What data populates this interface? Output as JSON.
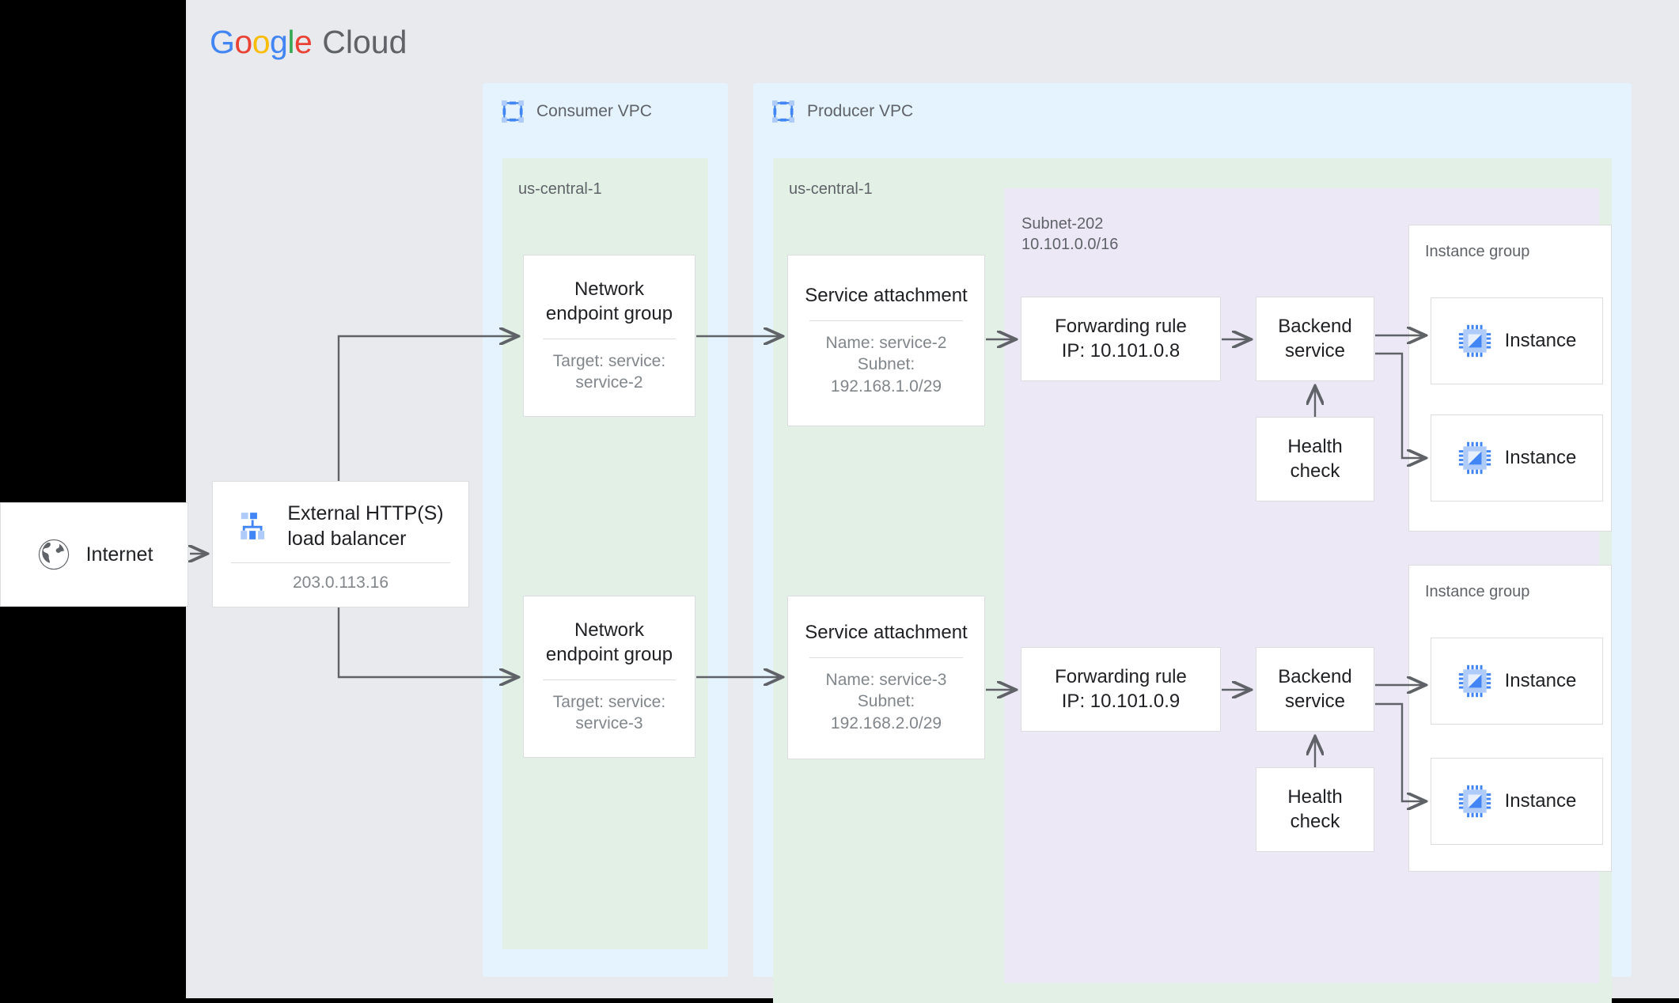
{
  "brand": {
    "google_letters": [
      "G",
      "o",
      "o",
      "g",
      "l",
      "e"
    ],
    "cloud_word": "Cloud",
    "colors": {
      "blue": "#4285f4",
      "red": "#ea4335",
      "yellow": "#fbbc04",
      "green": "#34a853",
      "canvas_bg": "#e8eaed",
      "vpc_bg": "#e4f3fd",
      "region_bg": "#e3f0e6",
      "subnet_bg": "#ece8f6",
      "connector": "#5f6368",
      "node_border": "#dadce0"
    }
  },
  "internet": {
    "label": "Internet",
    "icon": "globe-icon"
  },
  "load_balancer": {
    "icon": "load-balancer-icon",
    "title": "External HTTP(S)\nload balancer",
    "title_line1": "External HTTP(S)",
    "title_line2": "load balancer",
    "ip": "203.0.113.16"
  },
  "consumer_vpc": {
    "icon": "vpc-icon",
    "title": "Consumer VPC",
    "region": "us-central-1",
    "negs": [
      {
        "title_line1": "Network",
        "title_line2": "endpoint group",
        "sub_line1": "Target: service:",
        "sub_line2": "service-2"
      },
      {
        "title_line1": "Network",
        "title_line2": "endpoint group",
        "sub_line1": "Target: service:",
        "sub_line2": "service-3"
      }
    ]
  },
  "producer_vpc": {
    "icon": "vpc-icon",
    "title": "Producer VPC",
    "region": "us-central-1",
    "subnet": {
      "name": "Subnet-202",
      "cidr": "10.101.0.0/16"
    },
    "service_attachments": [
      {
        "title": "Service attachment",
        "sub_line1": "Name: service-2",
        "sub_line2": "Subnet:",
        "sub_line3": "192.168.1.0/29"
      },
      {
        "title": "Service attachment",
        "sub_line1": "Name: service-3",
        "sub_line2": "Subnet:",
        "sub_line3": "192.168.2.0/29"
      }
    ],
    "forwarding_rules": [
      {
        "line1": "Forwarding rule",
        "line2": "IP: 10.101.0.8"
      },
      {
        "line1": "Forwarding rule",
        "line2": "IP: 10.101.0.9"
      }
    ],
    "backend_services": [
      {
        "line1": "Backend",
        "line2": "service"
      },
      {
        "line1": "Backend",
        "line2": "service"
      }
    ],
    "health_checks": [
      {
        "line1": "Health",
        "line2": "check"
      },
      {
        "line1": "Health",
        "line2": "check"
      }
    ],
    "instance_groups": [
      {
        "label": "Instance group",
        "instances": [
          {
            "label": "Instance",
            "icon": "instance-icon"
          },
          {
            "label": "Instance",
            "icon": "instance-icon"
          }
        ]
      },
      {
        "label": "Instance group",
        "instances": [
          {
            "label": "Instance",
            "icon": "instance-icon"
          },
          {
            "label": "Instance",
            "icon": "instance-icon"
          }
        ]
      }
    ]
  }
}
